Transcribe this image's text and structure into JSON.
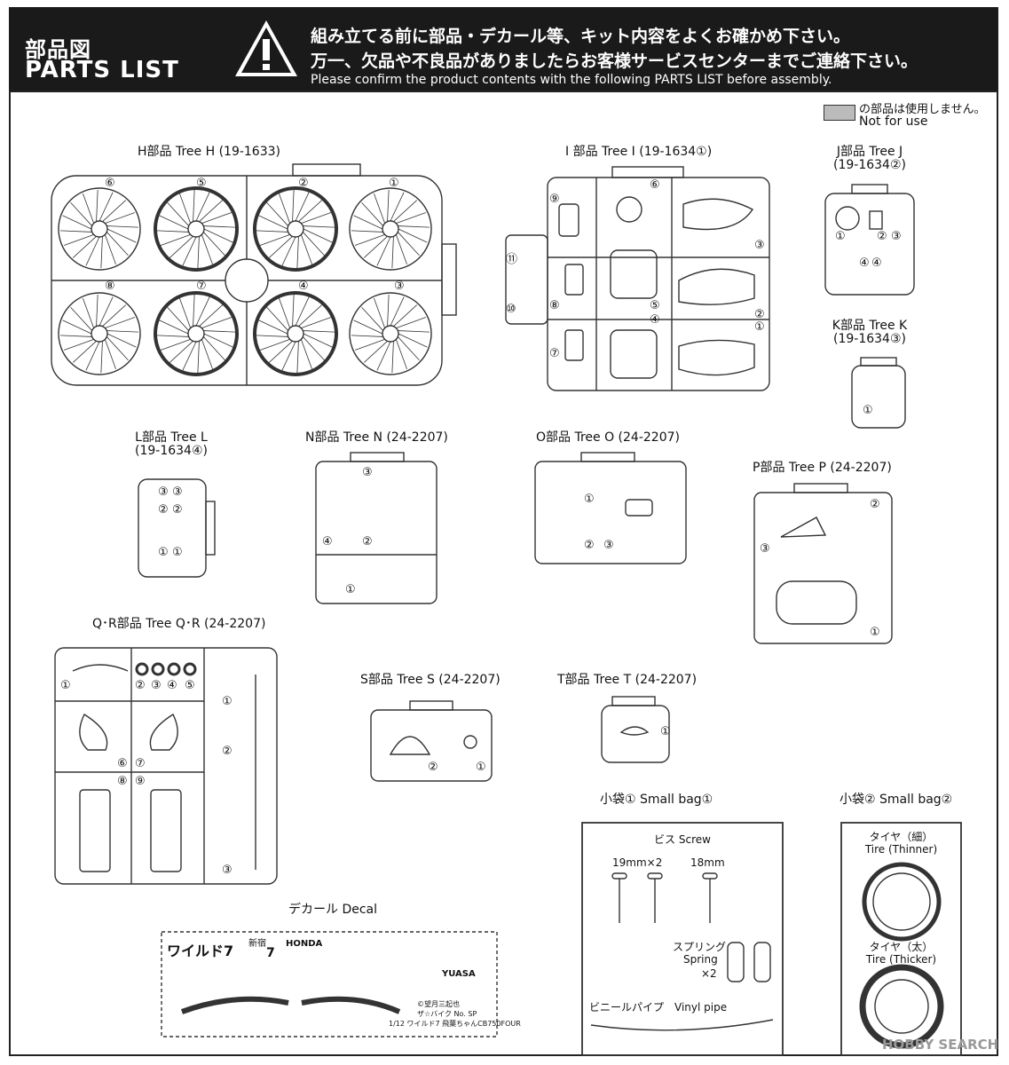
{
  "header": {
    "title_jp": "部品図",
    "title_en": "PARTS LIST",
    "warning_jp_1": "組み立てる前に部品・デカール等、キット内容をよくお確かめ下さい。",
    "warning_jp_2": "万一、欠品や不良品がありましたらお客様サービスセンターまでご連絡下さい。",
    "warning_en": "Please confirm the product contents with the following PARTS LIST before assembly."
  },
  "legend": {
    "jp": "の部品は使用しません。",
    "en": "Not for use"
  },
  "trees": {
    "h": {
      "label": "H部品 Tree H (19-1633)",
      "numbers": [
        "⑥",
        "⑤",
        "②",
        "①",
        "⑧",
        "⑦",
        "④",
        "③"
      ]
    },
    "i": {
      "label": "I 部品 Tree I (19-1634①)",
      "numbers": [
        "⑨",
        "⑥",
        "⑪",
        "③",
        "⑩",
        "⑧",
        "⑤",
        "④",
        "②",
        "①",
        "⑦"
      ]
    },
    "j": {
      "label_1": "J部品 Tree J",
      "label_2": "(19-1634②)",
      "numbers": [
        "①",
        "②",
        "③",
        "④",
        "④"
      ]
    },
    "k": {
      "label_1": "K部品 Tree K",
      "label_2": "(19-1634③)",
      "numbers": [
        "①"
      ]
    },
    "l": {
      "label_1": "L部品 Tree L",
      "label_2": "(19-1634④)",
      "numbers": [
        "③",
        "③",
        "②",
        "②",
        "①",
        "①"
      ]
    },
    "n": {
      "label": "N部品 Tree N (24-2207)",
      "numbers": [
        "③",
        "②",
        "④",
        "①"
      ]
    },
    "o": {
      "label": "O部品 Tree O (24-2207)",
      "numbers": [
        "①",
        "②",
        "③"
      ]
    },
    "p": {
      "label": "P部品 Tree P (24-2207)",
      "numbers": [
        "②",
        "③",
        "①"
      ]
    },
    "qr": {
      "label": "Q･R部品 Tree Q･R (24-2207)",
      "numbers": [
        "①",
        "②",
        "③",
        "④",
        "⑤",
        "①",
        "⑥",
        "⑦",
        "②",
        "⑧",
        "⑨",
        "③"
      ]
    },
    "s": {
      "label": "S部品 Tree S (24-2207)",
      "numbers": [
        "②",
        "①"
      ]
    },
    "t": {
      "label": "T部品 Tree T (24-2207)",
      "numbers": [
        "①"
      ]
    }
  },
  "decal": {
    "label": "デカール Decal",
    "logo_text": "ワイルド7",
    "plate_number": "7",
    "plate_town": "新宿",
    "brand_1": "HONDA",
    "brand_2": "YUASA",
    "small_1": "©望月三起也",
    "small_2": "ザ☆バイク No. SP",
    "small_3": "1/12 ワイルド7 飛葉ちゃんCB750FOUR"
  },
  "small_bag_1": {
    "label": "小袋① Small bag①",
    "screw_label": "ビス Screw",
    "screw_a": "19mm×2",
    "screw_b": "18mm",
    "spring_jp": "スプリング",
    "spring_en": "Spring",
    "spring_qty": "×2",
    "vinyl_label": "ビニールパイプ　Vinyl pipe"
  },
  "small_bag_2": {
    "label": "小袋② Small bag②",
    "tire_thin_jp": "タイヤ（細）",
    "tire_thin_en": "Tire (Thinner)",
    "tire_thick_jp": "タイヤ（太）",
    "tire_thick_en": "Tire (Thicker)"
  },
  "watermark": "HOBBY SEARCH"
}
